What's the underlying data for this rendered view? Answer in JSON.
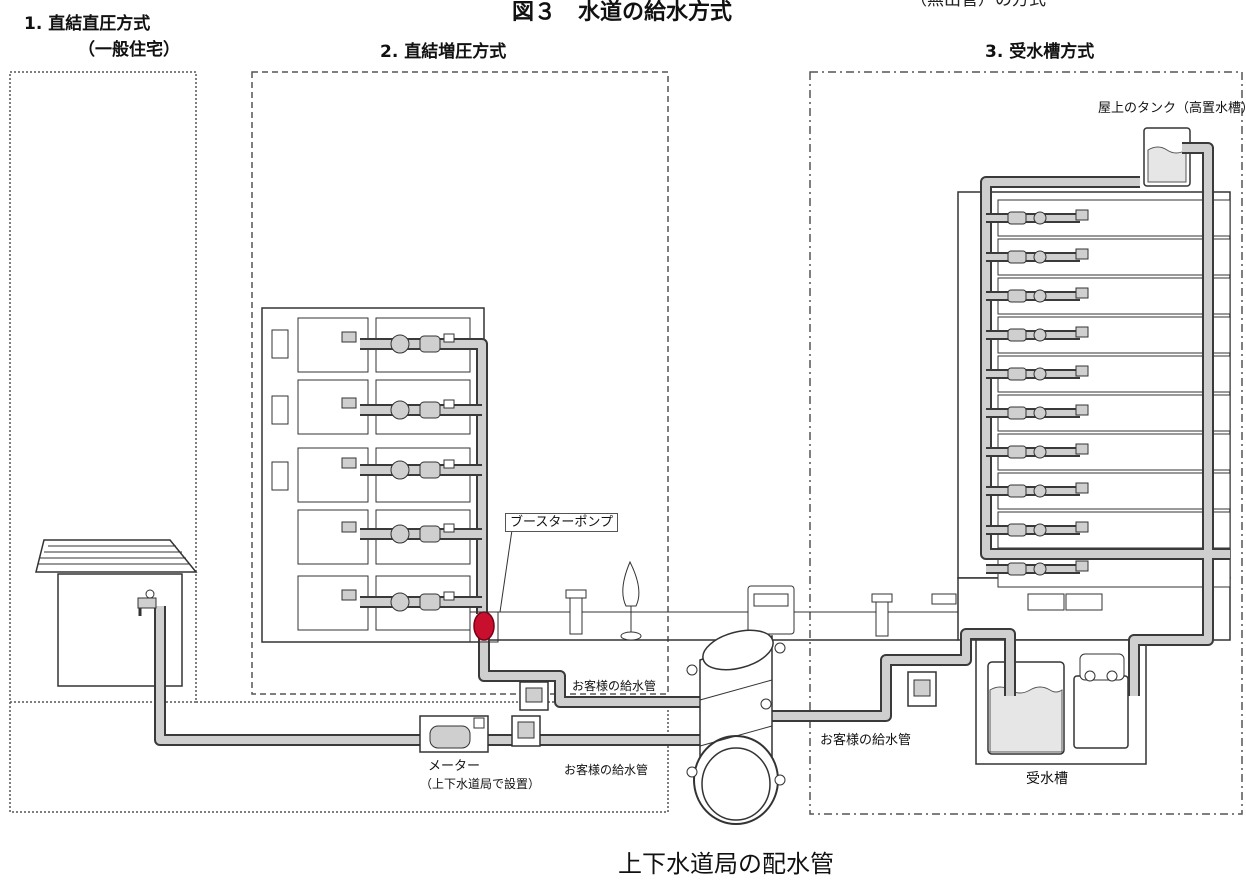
{
  "header": {
    "title": "図３　水道の給水方式",
    "fragment": "（無出管）の方式"
  },
  "systems": {
    "direct_pressure": {
      "label": "1. 直結直圧方式",
      "sub": "（一般住宅）"
    },
    "booster": {
      "label": "2. 直結増圧方式"
    },
    "tank": {
      "label": "3. 受水槽方式"
    }
  },
  "labels": {
    "roof_tank": "屋上のタンク（高置水槽）",
    "booster_pump": "ブースターポンプ",
    "customer_pipe_1": "お客様の給水管",
    "customer_pipe_2": "お客様の給水管",
    "customer_pipe_3": "お客様の給水管",
    "meter": "メーター",
    "meter_note": "（上下水道局で設置）",
    "receiving_tank": "受水槽",
    "main_pipe": "上下水道局の配水管"
  },
  "colors": {
    "pipe": "#c9c9c9",
    "pipe_outline": "#3a3a3a",
    "pump": "#c8102e",
    "border": "#555555"
  }
}
